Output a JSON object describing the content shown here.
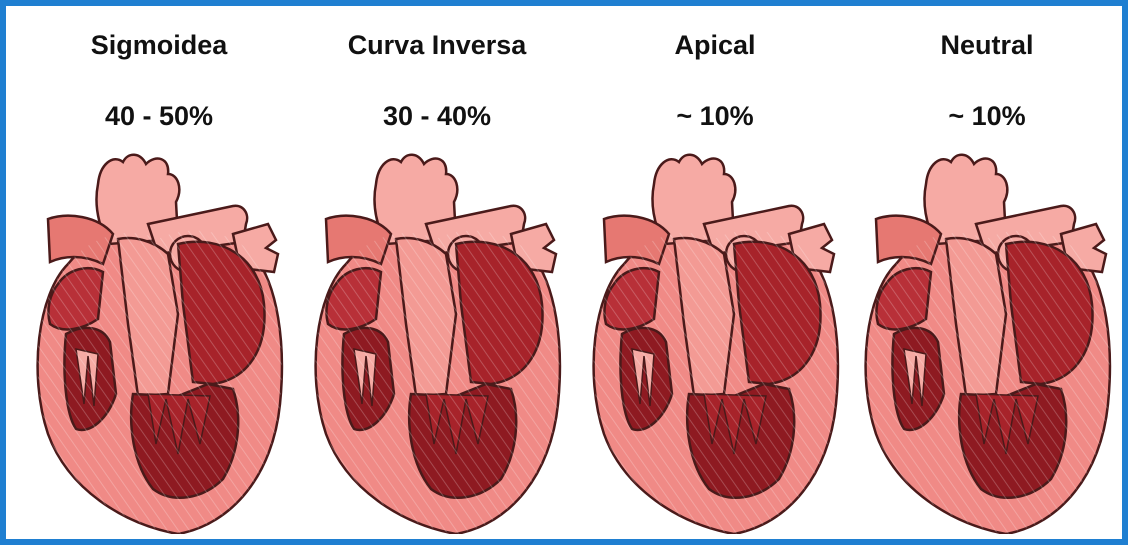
{
  "colors": {
    "frame": "#1f7fd1",
    "heart_light": "#f08a86",
    "heart_mid": "#d9564f",
    "heart_dark": "#a7232a",
    "heart_darkest": "#7a1218",
    "outline": "#4a1a1a"
  },
  "hearts": [
    {
      "label": "Sigmoidea",
      "percent": "40 - 50%"
    },
    {
      "label": "Curva Inversa",
      "percent": "30 - 40%"
    },
    {
      "label": "Apical",
      "percent": "~ 10%"
    },
    {
      "label": "Neutral",
      "percent": "~ 10%"
    }
  ]
}
